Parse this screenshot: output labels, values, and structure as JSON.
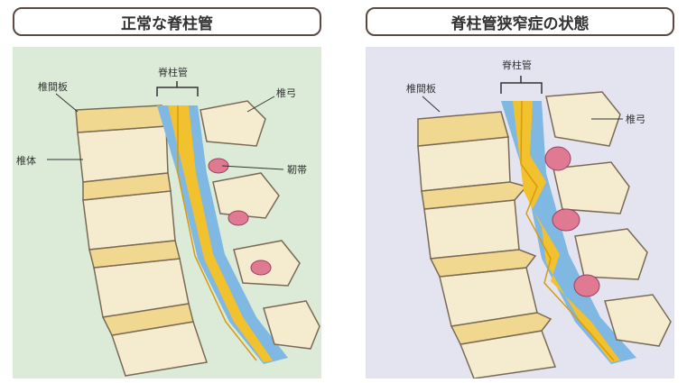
{
  "titles": {
    "normal": "正常な脊柱管",
    "stenosis": "脊柱管狭窄症の状態"
  },
  "labels": {
    "spinal_canal": "脊柱管",
    "disc": "椎間板",
    "vertebral_body": "椎体",
    "arch": "椎弓",
    "ligament": "靭帯"
  },
  "colors": {
    "bone": "#f5ecd0",
    "disc": "#f0d890",
    "nerve": "#f2c12e",
    "csf": "#7fb8e2",
    "ligament": "#e07a93",
    "normal_bg": "#dcebd8",
    "stenosis_bg": "#e3e4f0"
  }
}
